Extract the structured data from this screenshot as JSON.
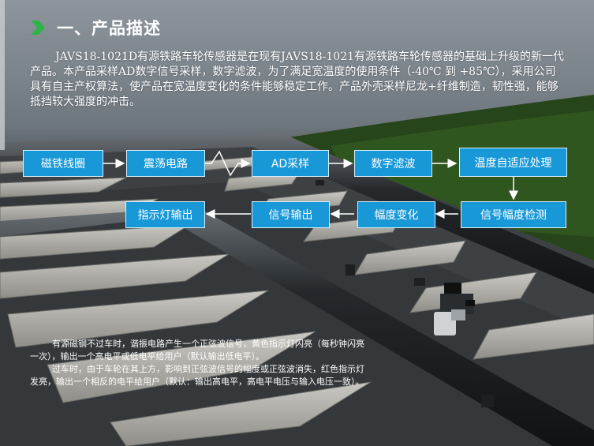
{
  "header": {
    "title": "一、产品描述",
    "description": "JAVS18-1021D有源铁路车轮传感器是在现有JAVS18-1021有源铁路车轮传感器的基础上升级的新一代产品。本产品采样AD数字信号采样，数字滤波，为了满足宽温度的使用条件（-40℃ 到 +85℃），采用公司具有自主产权算法，使产品在宽温度变化的条件能够稳定工作。产品外壳采样尼龙+纤维制造，韧性强，能够抵挡较大强度的冲击。"
  },
  "flow": {
    "row1": [
      "磁铁线圈",
      "震荡电路",
      "AD采样",
      "数字滤波",
      "温度自适应处理"
    ],
    "row2": [
      "信号幅度检测",
      "幅度变化",
      "信号输出",
      "指示灯输出"
    ]
  },
  "notes": {
    "p1": "有源磁钢不过车时，谐振电路产生一个正弦波信号，黄色指示灯闪亮（每秒钟闪亮一次），输出一个高电平或低电平给用户（默认输出低电平）。",
    "p2": "过车时，由于车轮在其上方，影响到正弦波信号的幅度或正弦波消失，红色指示灯发亮，输出一个相反的电平给用户（默认：输出高电平，高电平电压与输入电压一致）。"
  },
  "colors": {
    "box_fill": "#1998d8",
    "icon_green": "#2db24a",
    "text": "#ffffff"
  }
}
